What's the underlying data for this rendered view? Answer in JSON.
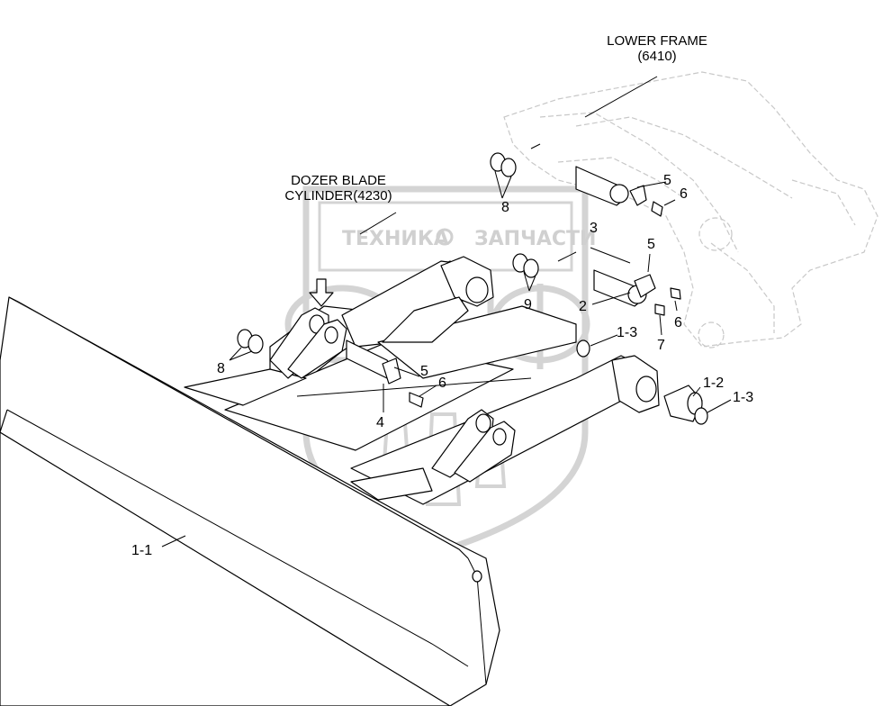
{
  "references": {
    "lower_frame_title": "LOWER FRAME",
    "lower_frame_code": "(6410)",
    "cylinder_title": "DOZER BLADE",
    "cylinder_code": "CYLINDER(4230)"
  },
  "watermark": {
    "left_word": "ТЕХНИКА",
    "right_word": "ЗАПЧАСТИ",
    "logo_text": "СПФ"
  },
  "callouts": [
    {
      "id": "c-8-top",
      "text": "8"
    },
    {
      "id": "c-5-top",
      "text": "5"
    },
    {
      "id": "c-6-top",
      "text": "6"
    },
    {
      "id": "c-3",
      "text": "3"
    },
    {
      "id": "c-5-mid",
      "text": "5"
    },
    {
      "id": "c-9",
      "text": "9"
    },
    {
      "id": "c-2",
      "text": "2"
    },
    {
      "id": "c-6-mid",
      "text": "6"
    },
    {
      "id": "c-7",
      "text": "7"
    },
    {
      "id": "c-1-3-mid",
      "text": "1-3"
    },
    {
      "id": "c-8-left",
      "text": "8"
    },
    {
      "id": "c-5-low",
      "text": "5"
    },
    {
      "id": "c-6-low",
      "text": "6"
    },
    {
      "id": "c-4",
      "text": "4"
    },
    {
      "id": "c-1-2",
      "text": "1-2"
    },
    {
      "id": "c-1-3-right",
      "text": "1-3"
    },
    {
      "id": "c-1-1",
      "text": "1-1"
    }
  ],
  "colors": {
    "line": "#000000",
    "ghost": "#c8c8c8",
    "watermark": "#d0d0d0",
    "background": "#ffffff"
  }
}
